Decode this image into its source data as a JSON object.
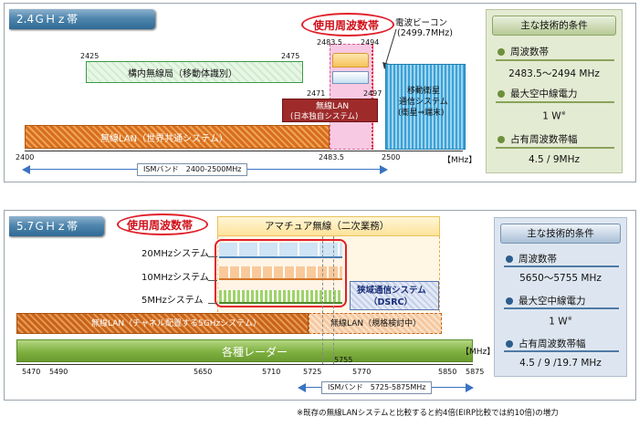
{
  "panel1": {
    "header": "2.4ＧＨｚ帯",
    "used_band_label": "使用周波数帯",
    "beacon_label_1": "電波ビーコン",
    "beacon_label_2": "(2499.7MHz)",
    "bands": {
      "premises": "構内無線局（移動体識別）",
      "wlan_japan_1": "無線LAN",
      "wlan_japan_2": "(日本独自システム)",
      "mobile_sat_1": "移動衛星",
      "mobile_sat_2": "通信システム",
      "mobile_sat_3": "(衛星⇒端末)",
      "wlan_world": "無線LAN（世界共通システム）"
    },
    "top_ticks": {
      "t2425": "2425",
      "t2475": "2475",
      "t24835": "2483.5",
      "t2494": "2494",
      "t2471": "2471",
      "t2497": "2497"
    },
    "axis_ticks": {
      "t2400": "2400",
      "t24835": "2483.5",
      "t2500": "2500"
    },
    "unit": "【MHz】",
    "ism_band": "ISMバンド　2400-2500MHz",
    "conditions": {
      "title": "主な技術的条件",
      "item1_label": "周波数帯",
      "item1_value": "2483.5～2494 MHz",
      "item2_label": "最大空中線電力",
      "item2_value": "1 W",
      "item2_note": "※",
      "item3_label": "占有周波数帯幅",
      "item3_value": "4.5 / 9MHz"
    }
  },
  "panel2": {
    "header": "5.7ＧＨｚ帯",
    "used_band_label": "使用周波数帯",
    "amateur": "アマチュア無線（二次業務）",
    "systems": {
      "s20": "20MHzシステム",
      "s10": "10MHzシステム",
      "s5": "5MHzシステム"
    },
    "dsrc_1": "狭域通信システム",
    "dsrc_2": "（DSRC）",
    "wlan_left": "無線LAN（チャネル配置する5GHzシステム）",
    "wlan_right": "無線LAN（規格検討中）",
    "radar": "各種レーダー",
    "unit": "【MHz】",
    "axis_ticks": {
      "t5470": "5470",
      "t5490": "5490",
      "t5650": "5650",
      "t5710": "5710",
      "t5725": "5725",
      "t5755": "5755",
      "t5770": "5770",
      "t5850": "5850",
      "t5875": "5875"
    },
    "ism_band": "ISMバンド　5725-5875MHz",
    "conditions": {
      "title": "主な技術的条件",
      "item1_label": "周波数帯",
      "item1_value": "5650～5755 MHz",
      "item2_label": "最大空中線電力",
      "item2_value": "1 W",
      "item2_note": "※",
      "item3_label": "占有周波数帯幅",
      "item3_value": "4.5 / 9 /19.7 MHz"
    }
  },
  "footnote": "※既存の無線LANシステムと比較すると約4倍(EIRP比較では約10倍)の増力"
}
